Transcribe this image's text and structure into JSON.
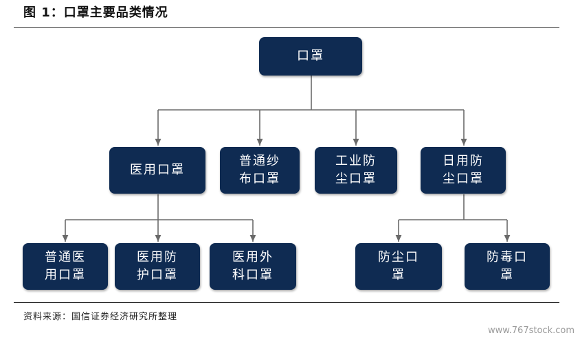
{
  "figure_title": "图 1：口罩主要品类情况",
  "root": "口罩",
  "level1": [
    {
      "id": "medical",
      "line1": "医用口罩",
      "line2": ""
    },
    {
      "id": "gauze",
      "line1": "普通纱",
      "line2": "布口罩"
    },
    {
      "id": "industrial",
      "line1": "工业防",
      "line2": "尘口罩"
    },
    {
      "id": "daily",
      "line1": "日用防",
      "line2": "尘口罩"
    }
  ],
  "level2_medical": [
    {
      "id": "medical-normal",
      "line1": "普通医",
      "line2": "用口罩"
    },
    {
      "id": "medical-protective",
      "line1": "医用防",
      "line2": "护口罩"
    },
    {
      "id": "medical-surgical",
      "line1": "医用外",
      "line2": "科口罩"
    }
  ],
  "level2_daily": [
    {
      "id": "daily-dust",
      "line1": "防尘口",
      "line2": "罩"
    },
    {
      "id": "daily-toxic",
      "line1": "防毒口",
      "line2": "罩"
    }
  ],
  "source_note": "资料来源：国信证券经济研究所整理",
  "watermark": "www.767stock.com",
  "colors": {
    "node_fill": "#0f2b52",
    "connector": "#6a6a6a",
    "text": "#ffffff"
  }
}
